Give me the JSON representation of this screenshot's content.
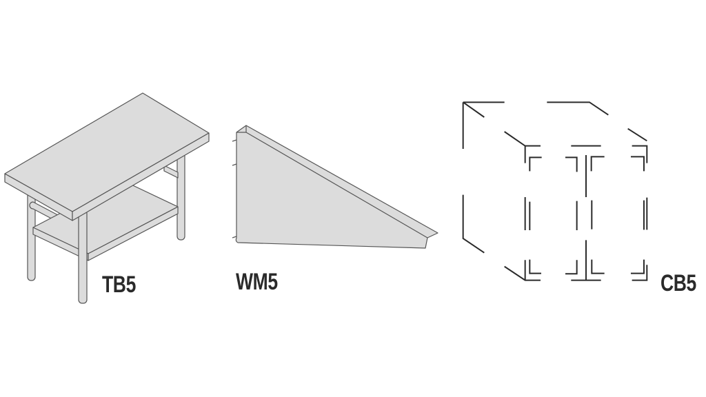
{
  "products": [
    {
      "code": "TB5",
      "name": "table"
    },
    {
      "code": "WM5",
      "name": "wall-mount-shelf"
    },
    {
      "code": "CB5",
      "name": "cabinet-frame"
    }
  ],
  "colors": {
    "fill": "#dcdcdc",
    "stroke": "#555555",
    "line": "#2a2a2a"
  }
}
